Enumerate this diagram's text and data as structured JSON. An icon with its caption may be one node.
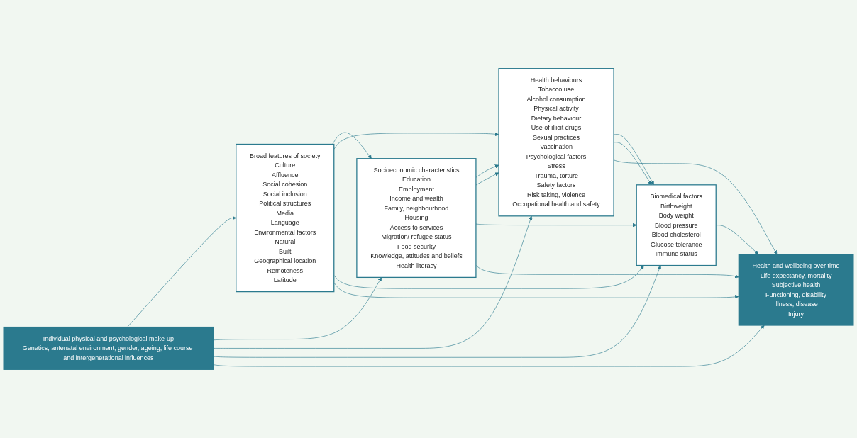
{
  "diagram": {
    "nodes": [
      {
        "text": [
          "Broad features of society",
          "Culture",
          "Affluence",
          "Social cohesion",
          "Social inclusion",
          "Political structures",
          "Media",
          "Language",
          "Environmental factors",
          "Natural",
          "Built",
          "Geographical location",
          "Remoteness",
          "Latitude"
        ]
      },
      {
        "text": [
          "Socioeconomic characteristics",
          "Education",
          "Employment",
          "Income and wealth",
          "Family, neighbourhood",
          "Housing",
          "Access to services",
          "Migration/ refugee status",
          "Food security",
          "Knowledge, attitudes and beliefs",
          "Health literacy"
        ]
      },
      {
        "text": [
          "Health behaviours",
          "Tobacco use",
          "Alcohol consumption",
          "Physical activity",
          "Dietary behaviour",
          "Use of illicit drugs",
          "Sexual practices",
          "Vaccination",
          "Psychological factors",
          "Stress",
          "Trauma, torture",
          "Safety factors",
          "Risk taking, violence",
          "Occupational health and safety"
        ]
      },
      {
        "text": [
          "Biomedical factors",
          "Birthweight",
          "Body weight",
          "Blood pressure",
          "Blood cholesterol",
          "Glucose tolerance",
          "Immune status"
        ]
      },
      {
        "text": [
          "Health and wellbeing over time",
          "Life expectancy, mortality",
          "Subjective health",
          "Functioning, disability",
          "Illness, disease",
          "Injury"
        ]
      },
      {
        "text": [
          "Individual physical and psychological make-up",
          "Genetics, antenatal environment, gender, ageing, life course and intergenerational influences"
        ]
      }
    ],
    "edges": [
      {
        "from": 0,
        "to": 1,
        "arrow": "to"
      },
      {
        "from": 1,
        "to": 2,
        "arrow": "to"
      },
      {
        "from": 2,
        "to": 3,
        "arrow": "to"
      },
      {
        "from": 3,
        "to": 4,
        "arrow": "to"
      },
      {
        "from": 5,
        "to": 0,
        "arrow": "to"
      },
      {
        "from": 5,
        "to": 1,
        "arrow": "to"
      },
      {
        "from": 5,
        "to": 2,
        "arrow": "to"
      },
      {
        "from": 5,
        "to": 3,
        "arrow": "to"
      },
      {
        "from": 5,
        "to": 4,
        "arrow": "to"
      },
      {
        "from": 0,
        "to": 2,
        "arrow": "to"
      },
      {
        "from": 0,
        "to": 3,
        "arrow": "to"
      },
      {
        "from": 0,
        "to": 4,
        "arrow": "to"
      },
      {
        "from": 1,
        "to": 2,
        "arrow": "to"
      },
      {
        "from": 1,
        "to": 3,
        "arrow": "to"
      },
      {
        "from": 1,
        "to": 4,
        "arrow": "to"
      },
      {
        "from": 2,
        "to": 3,
        "arrow": "to"
      },
      {
        "from": 2,
        "to": 4,
        "arrow": "to"
      }
    ]
  }
}
